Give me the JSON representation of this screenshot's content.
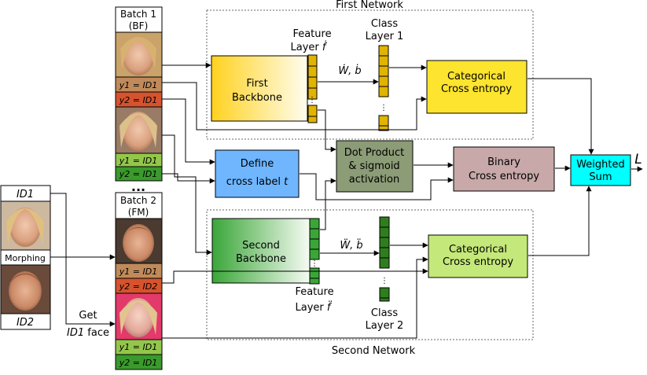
{
  "networks": {
    "first": "First Network",
    "second": "Second Network"
  },
  "batch1": {
    "title_line1": "Batch 1",
    "title_line2": "(BF)",
    "labels": [
      "y1 = ID1",
      "y2 = ID1",
      "y1 = ID1",
      "y2 = ID1"
    ]
  },
  "batch2": {
    "title_line1": "Batch 2",
    "title_line2": "(FM)",
    "labels": [
      "y1 = ID1",
      "y2 = ID2",
      "y1 = ID1",
      "y2 = ID1"
    ]
  },
  "ellipsis": "...",
  "left_panel": {
    "id1": "ID1",
    "morphing": "Morphing",
    "id2": "ID2",
    "get_line1": "Get",
    "get_line2_italic": "ID1",
    "get_line2_rest": " face"
  },
  "first_backbone": {
    "line1": "First",
    "line2": "Backbone"
  },
  "second_backbone": {
    "line1": "Second",
    "line2": "Backbone"
  },
  "feature_layer_top": {
    "line1": "Feature",
    "line2": "Layer",
    "symbol": "ḟ"
  },
  "feature_layer_bottom": {
    "line1": "Feature",
    "line2": "Layer",
    "symbol": "f̈"
  },
  "class_layer_1": {
    "line1": "Class",
    "line2": "Layer 1"
  },
  "class_layer_2": {
    "line1": "Class",
    "line2": "Layer 2"
  },
  "weights_top": "Ẇ, ḃ",
  "weights_bottom": "Ẅ, b̈",
  "define": {
    "line1": "Define",
    "line2": "cross label",
    "symbol": "t"
  },
  "dot_product": {
    "line1": "Dot Product",
    "line2": "& sigmoid",
    "line3": "activation"
  },
  "ce_top": {
    "line1": "Categorical",
    "line2": "Cross entropy"
  },
  "ce_bottom": {
    "line1": "Categorical",
    "line2": "Cross entropy"
  },
  "binary_ce": {
    "line1": "Binary",
    "line2": "Cross entropy"
  },
  "weighted_sum": {
    "line1": "Weighted",
    "line2": "Sum"
  },
  "output": "L",
  "colors": {
    "light_green": "#93c74b",
    "dark_green": "#3a9a2c",
    "orange_red": "#d6532e",
    "brown": "#c08a5a",
    "yellow": "#f5d800",
    "gold": "#e0b400",
    "blue": "#6fb6ff",
    "olive": "#8b9c76",
    "mauve": "#c8a8a8",
    "cyan": "#00ffff",
    "ce_green": "#c5e87a"
  }
}
